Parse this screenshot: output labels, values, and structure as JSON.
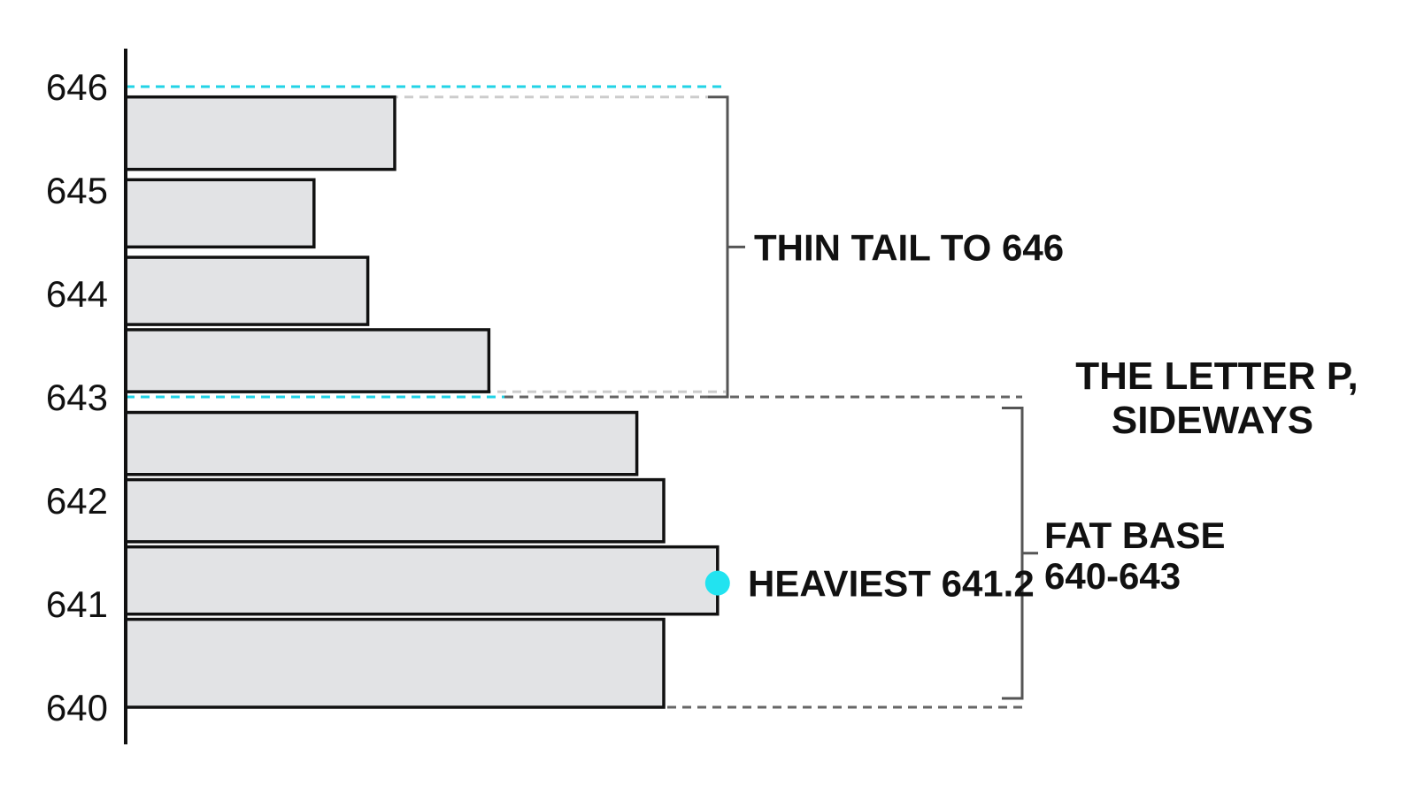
{
  "chart_data": {
    "type": "bar",
    "orientation": "horizontal",
    "title": [
      "THE LETTER P,",
      "SIDEWAYS"
    ],
    "y_ticks": [
      "640",
      "641",
      "642",
      "643",
      "644",
      "645",
      "646"
    ],
    "ylim": [
      640,
      646
    ],
    "bars": [
      {
        "y0": 640.0,
        "y1": 640.85,
        "value": 0.8
      },
      {
        "y0": 640.9,
        "y1": 641.55,
        "value": 0.88
      },
      {
        "y0": 641.6,
        "y1": 642.2,
        "value": 0.8
      },
      {
        "y0": 642.25,
        "y1": 642.85,
        "value": 0.76
      },
      {
        "y0": 643.05,
        "y1": 643.65,
        "value": 0.54
      },
      {
        "y0": 643.7,
        "y1": 644.35,
        "value": 0.36
      },
      {
        "y0": 644.45,
        "y1": 645.1,
        "value": 0.28
      },
      {
        "y0": 645.2,
        "y1": 645.9,
        "value": 0.4
      }
    ],
    "xlim": [
      0,
      1
    ],
    "reference_lines": [
      {
        "y": 646,
        "style": "dashed",
        "color": "#22d3e6"
      },
      {
        "y": 643,
        "style": "dashed",
        "color": "#22d3e6"
      },
      {
        "y": 640,
        "style": "dashed",
        "color": "#666666"
      }
    ],
    "annotations": {
      "tail": {
        "text": "THIN TAIL TO 646",
        "y_range": [
          643,
          645.9
        ]
      },
      "base": {
        "lines": [
          "FAT BASE",
          "640-643"
        ],
        "y_range": [
          640,
          642.85
        ]
      },
      "peak": {
        "text": "HEAVIEST 641.2",
        "y": 641.2,
        "marker_color": "#22e3f0"
      }
    },
    "grid": false,
    "legend": "none"
  }
}
